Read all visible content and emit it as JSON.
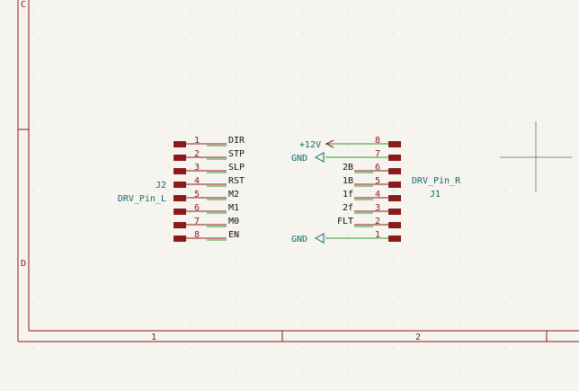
{
  "colors": {
    "background": "#f5f4ef",
    "sheet_border": "#8b1a1a",
    "pin_body": "#8b1a1a",
    "pin_number": "#8b1a1a",
    "pin_name": "#111111",
    "wire": "#2e9c2e",
    "power_label": "#0f6b6b",
    "ref_label": "#0f6b6b",
    "crosshair": "#888888"
  },
  "frame": {
    "zone_rows": [
      "C",
      "D"
    ],
    "zone_cols": [
      "1",
      "2"
    ]
  },
  "connectors": [
    {
      "id": "J2",
      "ref": "J2",
      "value": "DRV_Pin_L",
      "pins": [
        {
          "num": "1",
          "name": "DIR"
        },
        {
          "num": "2",
          "name": "STP"
        },
        {
          "num": "3",
          "name": "SLP"
        },
        {
          "num": "4",
          "name": "RST"
        },
        {
          "num": "5",
          "name": "M2"
        },
        {
          "num": "6",
          "name": "M1"
        },
        {
          "num": "7",
          "name": "M0"
        },
        {
          "num": "8",
          "name": "EN"
        }
      ]
    },
    {
      "id": "J1",
      "ref": "J1",
      "value": "DRV_Pin_R",
      "pins": [
        {
          "num": "8",
          "name": "+12V",
          "power": true
        },
        {
          "num": "7",
          "name": "GND",
          "power": true
        },
        {
          "num": "6",
          "name": "2B"
        },
        {
          "num": "5",
          "name": "1B"
        },
        {
          "num": "4",
          "name": "1f"
        },
        {
          "num": "3",
          "name": "2f"
        },
        {
          "num": "2",
          "name": "FLT"
        },
        {
          "num": "1",
          "name": "GND",
          "power": true
        }
      ]
    }
  ]
}
